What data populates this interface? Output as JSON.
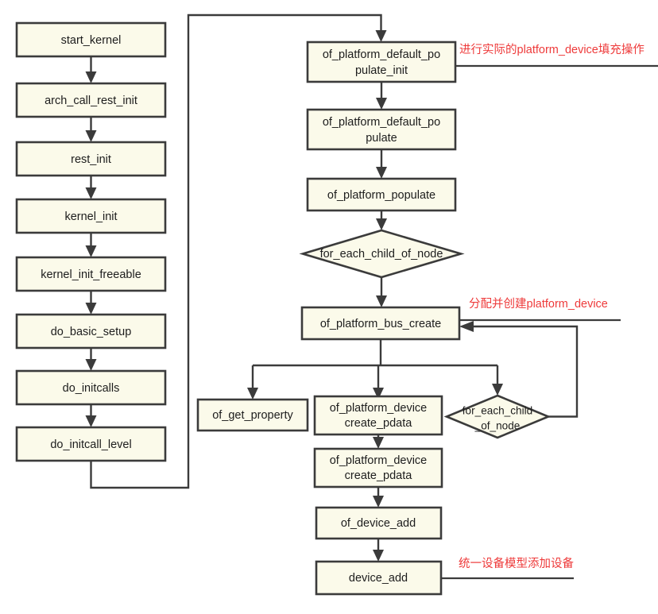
{
  "diagram": {
    "title": "Linux kernel platform_device population call flow",
    "colors": {
      "node_fill": "#fbfaea",
      "node_stroke": "#3b3b3b",
      "edge": "#3b3b3b",
      "annotation": "#ee3a3a",
      "background": "#ffffff"
    },
    "left_column": {
      "nodes": [
        {
          "id": "start_kernel",
          "label": "start_kernel"
        },
        {
          "id": "arch_call_rest_init",
          "label": "arch_call_rest_init"
        },
        {
          "id": "rest_init",
          "label": "rest_init"
        },
        {
          "id": "kernel_init",
          "label": "kernel_init"
        },
        {
          "id": "kernel_init_freeable",
          "label": "kernel_init_freeable"
        },
        {
          "id": "do_basic_setup",
          "label": "do_basic_setup"
        },
        {
          "id": "do_initcalls",
          "label": "do_initcalls"
        },
        {
          "id": "do_initcall_level",
          "label": "do_initcall_level"
        }
      ]
    },
    "right_column": {
      "nodes": [
        {
          "id": "of_platform_default_populate_init",
          "line1": "of_platform_default_po",
          "line2": "pulate_init"
        },
        {
          "id": "of_platform_default_populate",
          "line1": "of_platform_default_po",
          "line2": "pulate"
        },
        {
          "id": "of_platform_populate",
          "line1": "of_platform_populate",
          "line2": ""
        },
        {
          "id": "for_each_child_of_node_1",
          "line1": "for_each_child_of_node",
          "line2": "",
          "shape": "diamond"
        },
        {
          "id": "of_platform_bus_create",
          "line1": "of_platform_bus_create",
          "line2": ""
        }
      ]
    },
    "branch_row": {
      "nodes": [
        {
          "id": "of_get_property",
          "line1": "of_get_property",
          "line2": ""
        },
        {
          "id": "of_platform_device_create_pdata_1",
          "line1": "of_platform_device",
          "line2": "create_pdata"
        },
        {
          "id": "for_each_child_of_node_2",
          "line1": "for_each_child",
          "line2": "_of_node",
          "shape": "diamond"
        }
      ]
    },
    "tail_column": {
      "nodes": [
        {
          "id": "of_platform_device_create_pdata_2",
          "line1": "of_platform_device",
          "line2": "create_pdata"
        },
        {
          "id": "of_device_add",
          "line1": "of_device_add",
          "line2": ""
        },
        {
          "id": "device_add",
          "line1": "device_add",
          "line2": ""
        }
      ]
    },
    "annotations": [
      {
        "id": "annotation-populate-init",
        "text": "进行实际的platform_device填充操作"
      },
      {
        "id": "annotation-bus-create",
        "text": "分配并创建platform_device"
      },
      {
        "id": "annotation-device-add",
        "text": "统一设备模型添加设备"
      }
    ]
  }
}
